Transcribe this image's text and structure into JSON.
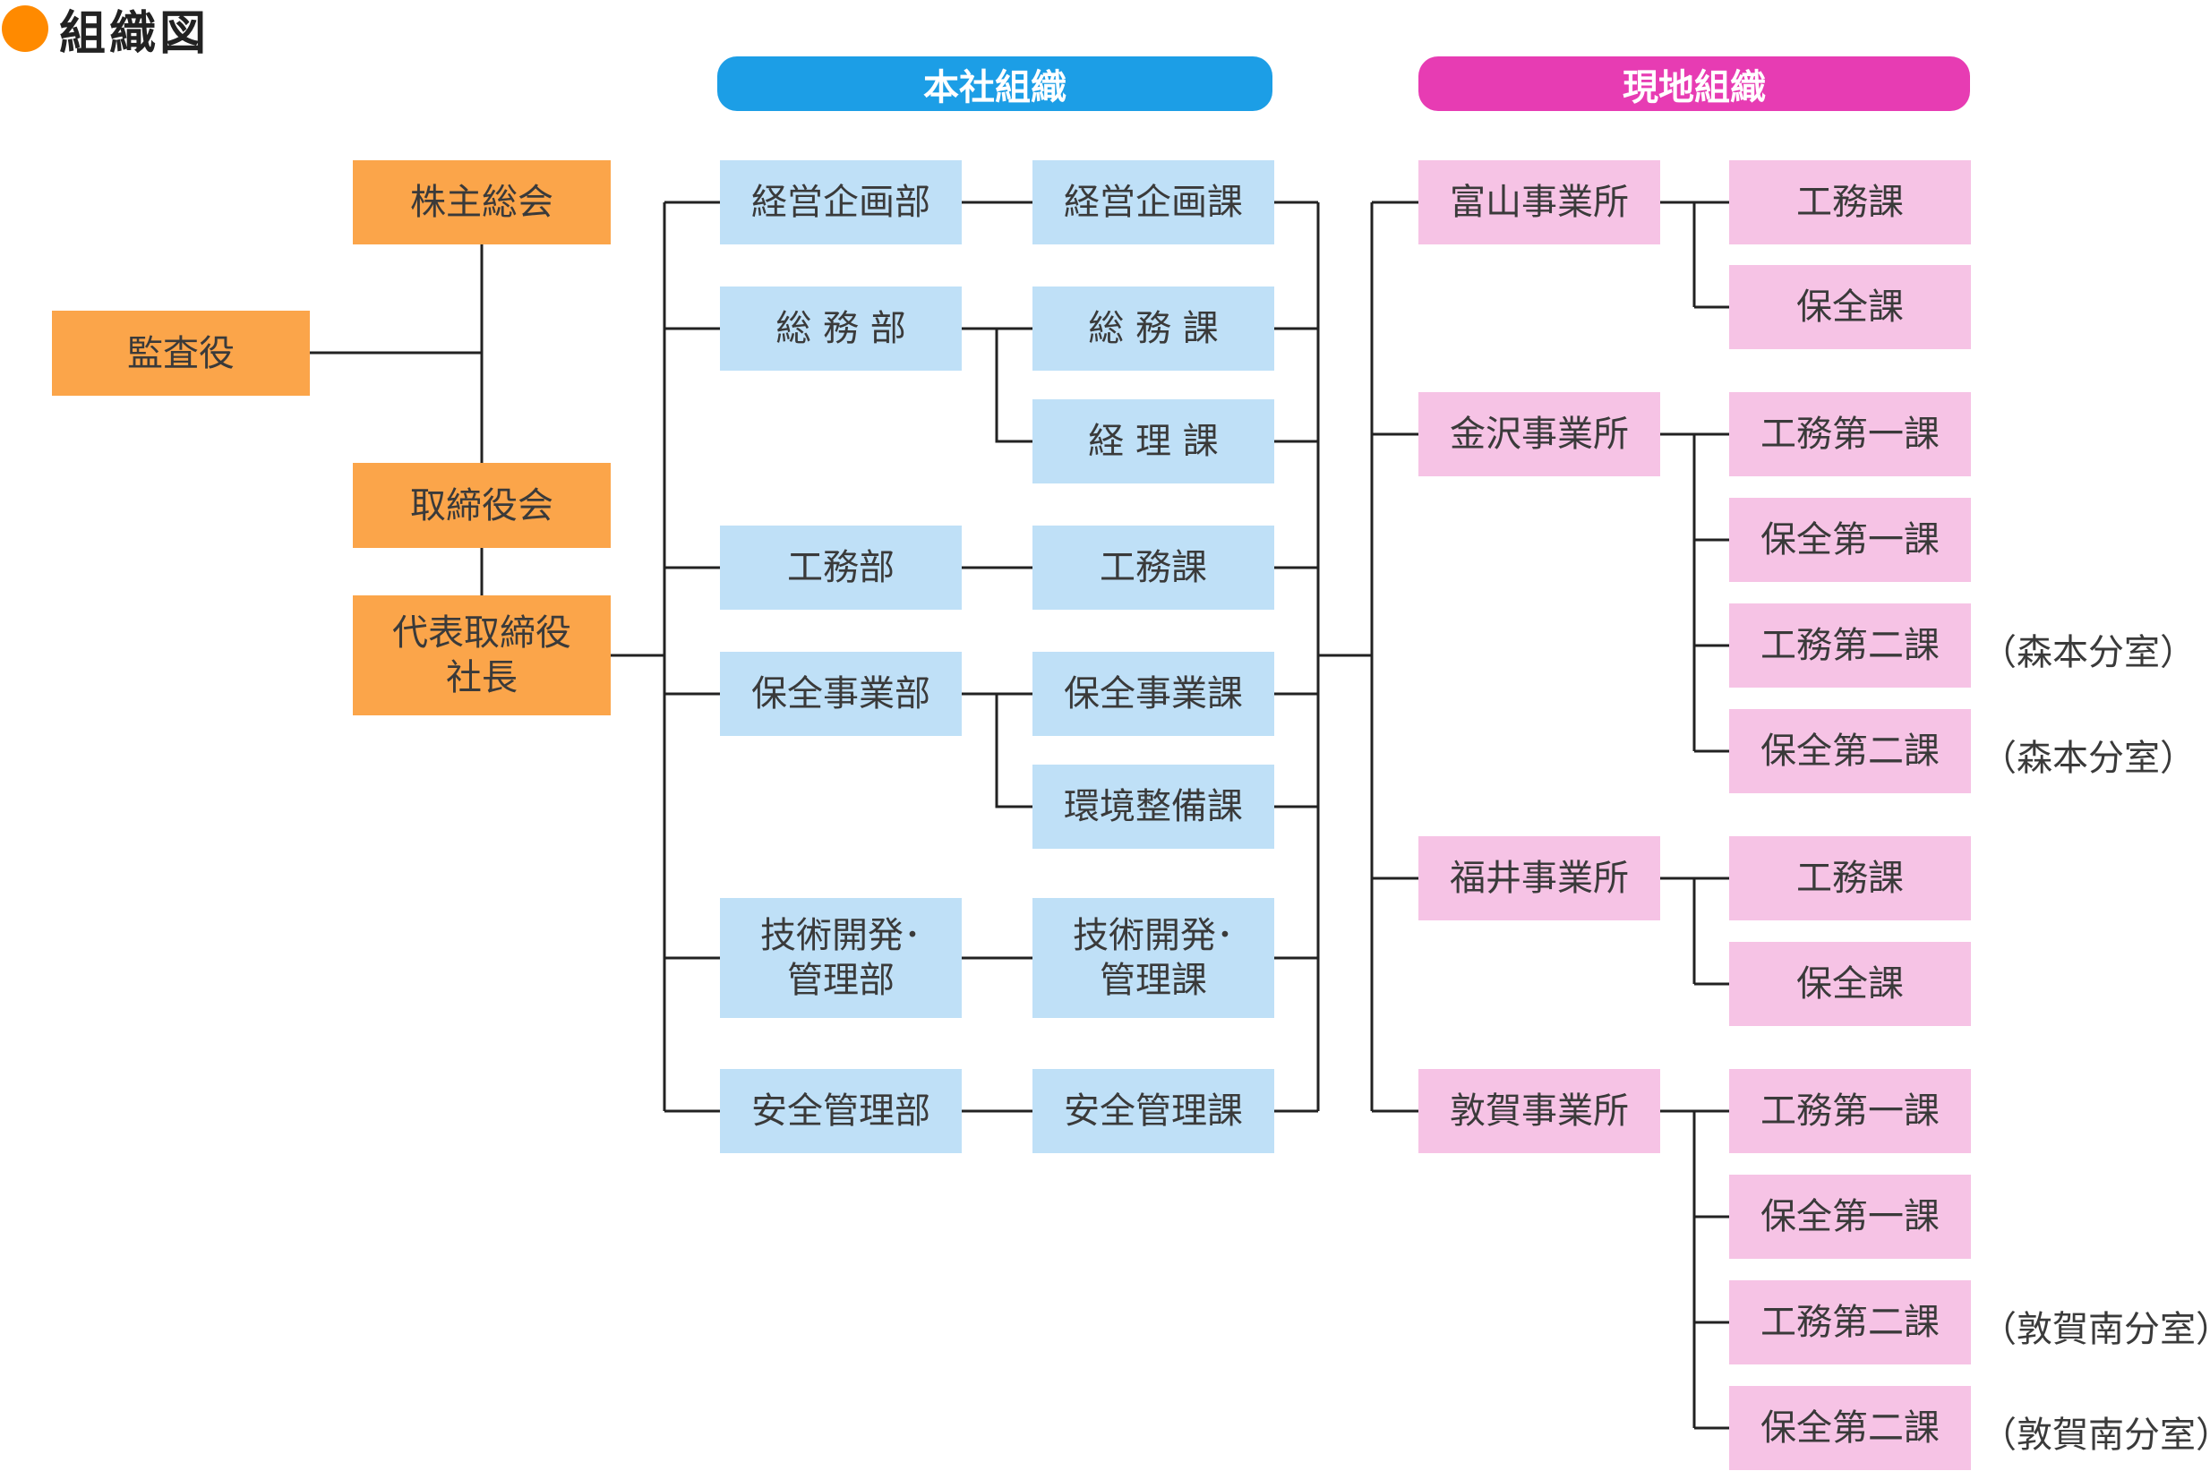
{
  "title": "組織図",
  "colors": {
    "exec": "#fba54a",
    "hq": "#bfe0f7",
    "field": "#f6c3e5",
    "hq_header": "#1c9ee6",
    "field_header": "#e73cb3",
    "title_dot": "#ff8a00"
  },
  "headers": {
    "hq": "本社組織",
    "field": "現地組織"
  },
  "exec": {
    "shareholders": "株主総会",
    "auditor": "監査役",
    "board": "取締役会",
    "president": "代表取締役\n社長"
  },
  "hq": {
    "departments": [
      {
        "name": "経営企画部",
        "sections": [
          "経営企画課"
        ]
      },
      {
        "name": "総 務 部",
        "sections": [
          "総 務 課",
          "経 理 課"
        ]
      },
      {
        "name": "工務部",
        "sections": [
          "工務課"
        ]
      },
      {
        "name": "保全事業部",
        "sections": [
          "保全事業課",
          "環境整備課"
        ]
      },
      {
        "name": "技術開発･\n管理部",
        "sections": [
          "技術開発･\n管理課"
        ]
      },
      {
        "name": "安全管理部",
        "sections": [
          "安全管理課"
        ]
      }
    ]
  },
  "field": {
    "offices": [
      {
        "name": "富山事業所",
        "sections": [
          "工務課",
          "保全課"
        ],
        "notes": [
          "",
          ""
        ]
      },
      {
        "name": "金沢事業所",
        "sections": [
          "工務第一課",
          "保全第一課",
          "工務第二課",
          "保全第二課"
        ],
        "notes": [
          "",
          "",
          "（森本分室）",
          "（森本分室）"
        ]
      },
      {
        "name": "福井事業所",
        "sections": [
          "工務課",
          "保全課"
        ],
        "notes": [
          "",
          ""
        ]
      },
      {
        "name": "敦賀事業所",
        "sections": [
          "工務第一課",
          "保全第一課",
          "工務第二課",
          "保全第二課"
        ],
        "notes": [
          "",
          "",
          "（敦賀南分室）",
          "（敦賀南分室）"
        ]
      }
    ]
  }
}
